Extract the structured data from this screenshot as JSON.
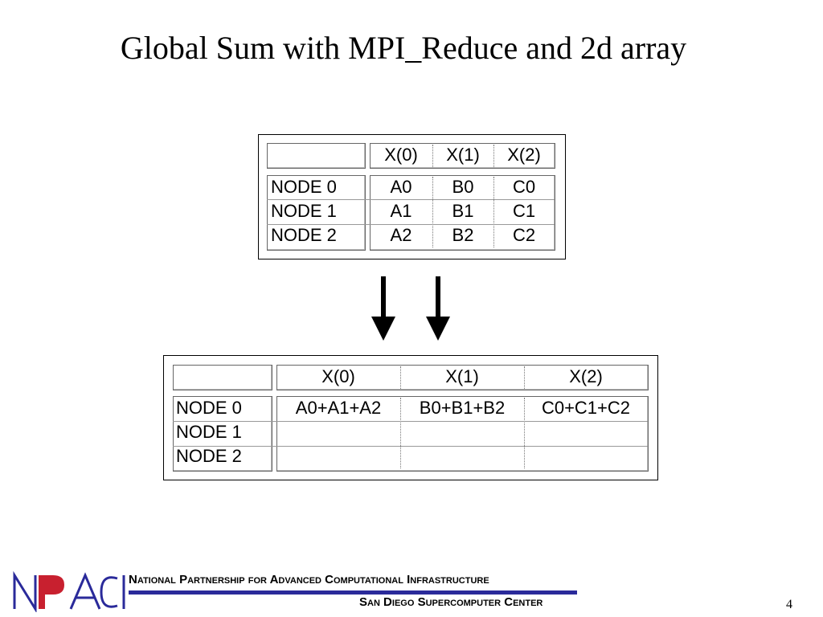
{
  "slide": {
    "title": "Global Sum with MPI_Reduce and 2d array",
    "page_number": "4"
  },
  "top_table": {
    "columns": [
      "X(0)",
      "X(1)",
      "X(2)"
    ],
    "rows": [
      {
        "label": "NODE 0",
        "cells": [
          "A0",
          "B0",
          "C0"
        ]
      },
      {
        "label": "NODE 1",
        "cells": [
          "A1",
          "B1",
          "C1"
        ]
      },
      {
        "label": "NODE 2",
        "cells": [
          "A2",
          "B2",
          "C2"
        ]
      }
    ]
  },
  "bottom_table": {
    "columns": [
      "X(0)",
      "X(1)",
      "X(2)"
    ],
    "rows": [
      {
        "label": "NODE 0",
        "cells": [
          "A0+A1+A2",
          "B0+B1+B2",
          "C0+C1+C2"
        ]
      },
      {
        "label": "NODE 1",
        "cells": [
          "",
          "",
          ""
        ]
      },
      {
        "label": "NODE 2",
        "cells": [
          "",
          "",
          ""
        ]
      }
    ]
  },
  "footer": {
    "logo_text": "NPACI",
    "organization": "National Partnership for Advanced Computational Infrastructure",
    "center": "San Diego Supercomputer Center",
    "accent_color": "#2a2a9a"
  }
}
